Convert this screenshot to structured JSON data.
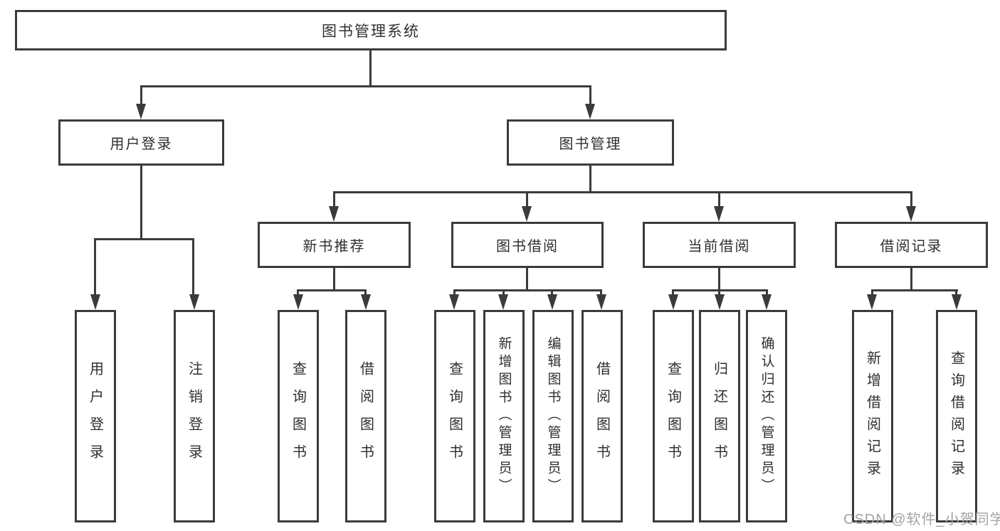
{
  "diagram": {
    "title": "图书管理系统",
    "level2": [
      "用户登录",
      "图书管理"
    ],
    "level3": [
      "新书推荐",
      "图书借阅",
      "当前借阅",
      "借阅记录"
    ],
    "leaves": {
      "user_login": [
        "用户登录",
        "注销登录"
      ],
      "new_book": [
        "查询图书",
        "借阅图书"
      ],
      "book_borrow": [
        "查询图书",
        "新增图书（管理员）",
        "编辑图书（管理员）",
        "借阅图书"
      ],
      "current_borrow": [
        "查询图书",
        "归还图书",
        "确认归还（管理员）"
      ],
      "borrow_records": [
        "新增借阅记录",
        "查询借阅记录"
      ]
    }
  },
  "watermark": "CSDN @软件_小贺同学",
  "colors": {
    "line": "#3b3b3b",
    "text": "#2f2f2f",
    "watermark": "#a3a3a3",
    "background": "#ffffff"
  }
}
